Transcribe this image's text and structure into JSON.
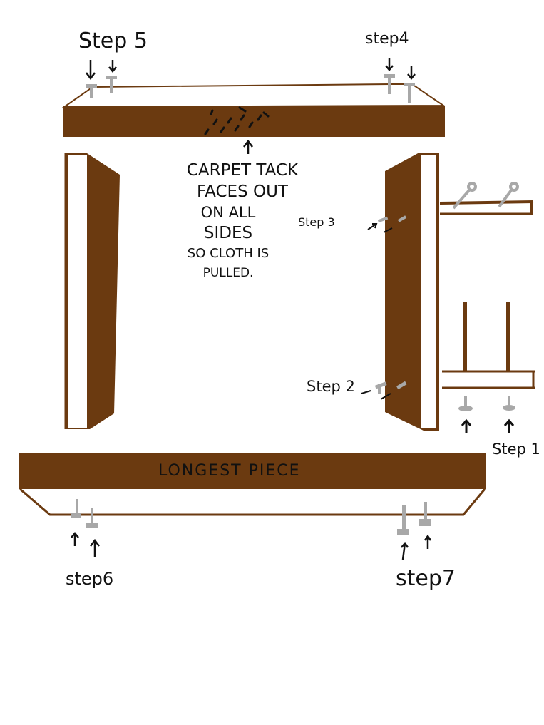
{
  "colors": {
    "wood": "#6B3A10",
    "tack": "#A8A8A8",
    "ink": "#111111",
    "background": "#FFFFFF"
  },
  "labels": {
    "step1": "Step 1",
    "step2": "Step 2",
    "step3": "Step 3",
    "step4": "step4",
    "step5": "Step 5",
    "step6": "step6",
    "step7": "step7",
    "longest_piece": "LONGEST PIECE",
    "note": [
      "CARPET TACK",
      "FACES OUT",
      "ON ALL",
      "SIDES",
      "SO CLOTH IS",
      "PULLED."
    ]
  },
  "pieces": [
    {
      "name": "top-board",
      "description": "Top frame board with carpet tack strip"
    },
    {
      "name": "left-side-board",
      "description": "Left vertical frame board"
    },
    {
      "name": "right-side-board",
      "description": "Right vertical frame board"
    },
    {
      "name": "bottom-board",
      "description": "Longest piece, bottom frame board"
    },
    {
      "name": "eye-hook-bracket",
      "description": "Bracket with two eye hooks"
    },
    {
      "name": "post-bracket",
      "description": "Bracket with two vertical posts"
    }
  ]
}
